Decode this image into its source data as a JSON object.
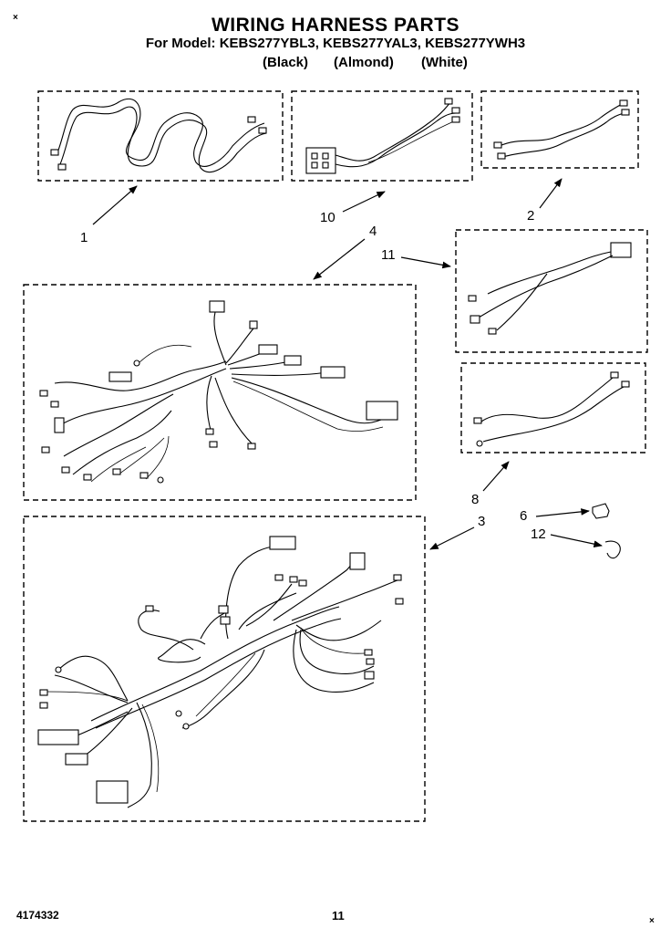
{
  "header": {
    "title": "WIRING HARNESS PARTS",
    "models": "For Model: KEBS277YBL3, KEBS277YAL3, KEBS277YWH3",
    "colors": [
      "(Black)",
      "(Almond)",
      "(White)"
    ]
  },
  "callouts": {
    "c1": "1",
    "c10": "10",
    "c2": "2",
    "c4": "4",
    "c11": "11",
    "c8": "8",
    "c3": "3",
    "c6": "6",
    "c12": "12"
  },
  "footer": {
    "document_number": "4174332",
    "page_number": "11"
  },
  "marks": {
    "top_left": "×",
    "bottom_right": "×"
  }
}
